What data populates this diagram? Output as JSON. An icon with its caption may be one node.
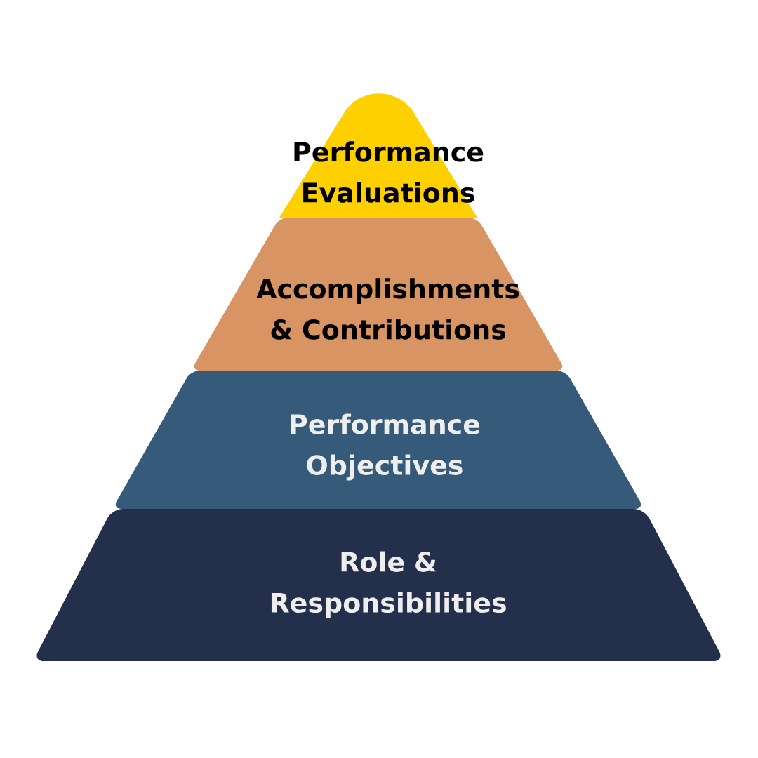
{
  "diagram": {
    "nodes": [
      {
        "text": [
          "Performance Evaluations"
        ]
      },
      {
        "text": [
          "Accomplishments & Contributions"
        ]
      },
      {
        "text": [
          "Performance Objectives"
        ]
      },
      {
        "text": [
          "Role & Responsibilities"
        ]
      }
    ]
  }
}
